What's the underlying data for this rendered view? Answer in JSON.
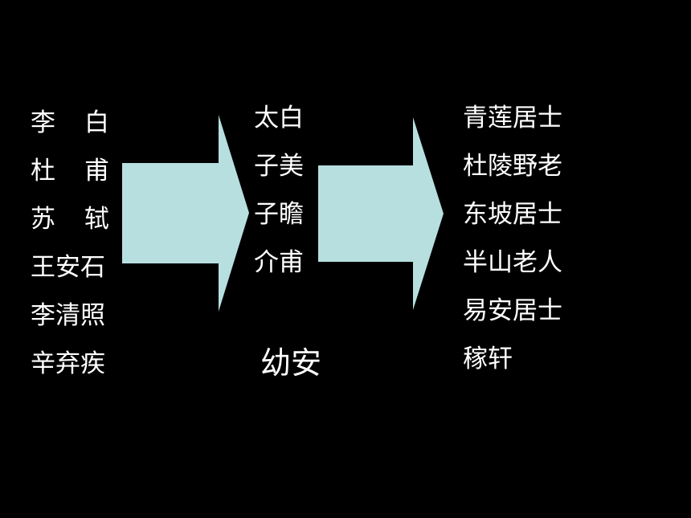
{
  "colors": {
    "background": "#000000",
    "text": "#ffffff",
    "arrow": "#b7dfe0"
  },
  "icons": [
    "right-arrow-icon"
  ],
  "names": [
    [
      "李",
      "白"
    ],
    [
      "杜",
      "甫"
    ],
    [
      "苏",
      "轼"
    ],
    [
      "王安石"
    ],
    [
      "李清照"
    ],
    [
      "辛弃疾"
    ]
  ],
  "courtesy_names": [
    "太白",
    "子美",
    "子瞻",
    "介甫"
  ],
  "courtesy_extra": "幼安",
  "style_names": [
    "青莲居士",
    "杜陵野老",
    "东坡居士",
    "半山老人",
    "易安居士",
    "稼轩"
  ]
}
